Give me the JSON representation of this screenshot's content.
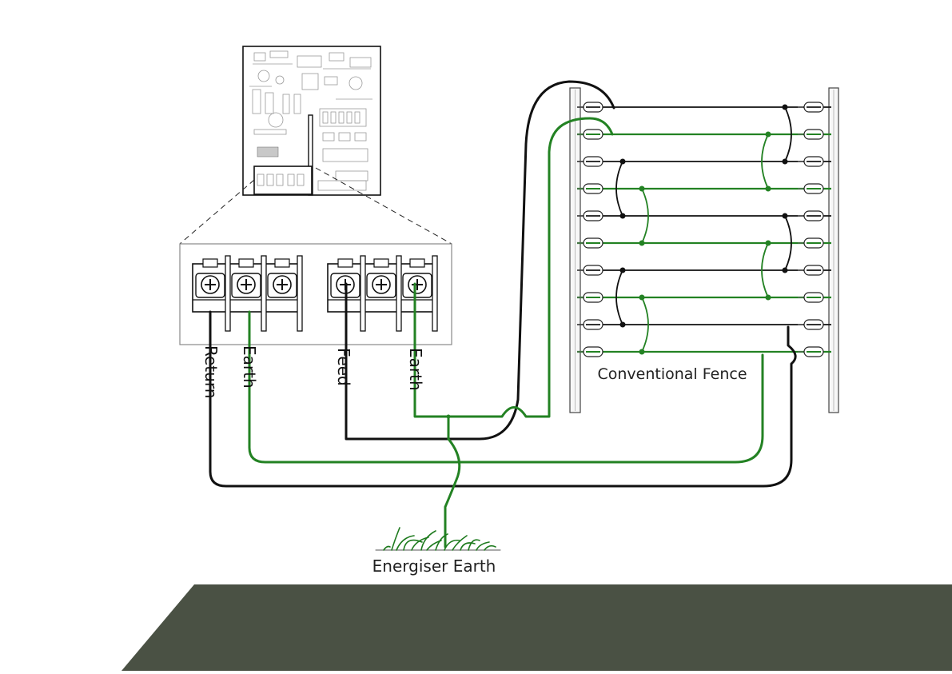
{
  "labels": {
    "return": "Return",
    "earth_left": "Earth",
    "feed": "Feed",
    "earth_right": "Earth",
    "fence": "Conventional Fence",
    "energiser_earth": "Energiser Earth"
  },
  "colors": {
    "live_wire": "#111111",
    "earth_wire": "#238223",
    "footer_band": "#4a5144",
    "panel_stroke": "#888888"
  },
  "icons": {
    "controller": "circuit-board-icon",
    "terminals": "terminal-block-icon",
    "ground": "grass-ground-icon"
  }
}
